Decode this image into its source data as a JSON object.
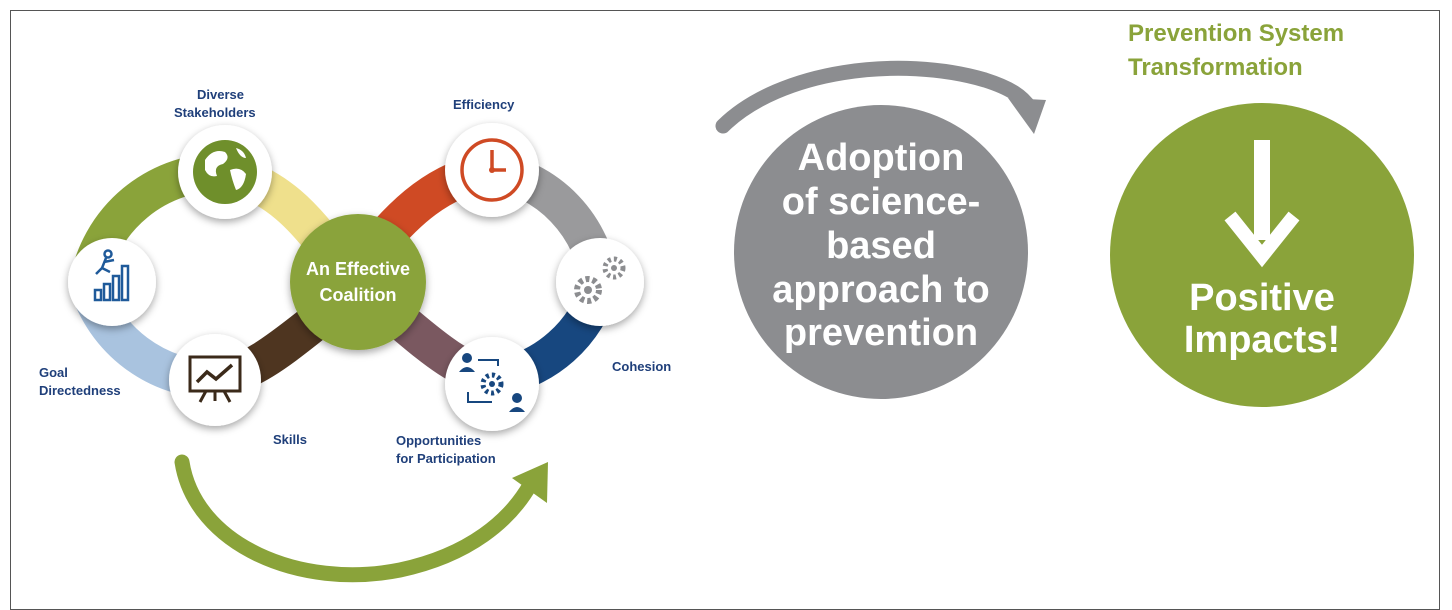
{
  "coalition": {
    "center_label": [
      "An Effective",
      "Coalition"
    ],
    "components": [
      {
        "name": "Diverse Stakeholders",
        "label_lines": [
          "Diverse",
          "Stakeholders"
        ],
        "icon": "globe-icon"
      },
      {
        "name": "Goal Directedness",
        "label_lines": [
          "Goal",
          "Directedness"
        ],
        "icon": "climbing-bar-chart-icon"
      },
      {
        "name": "Skills",
        "label_lines": [
          "Skills"
        ],
        "icon": "presentation-board-icon"
      },
      {
        "name": "Efficiency",
        "label_lines": [
          "Efficiency"
        ],
        "icon": "clock-icon"
      },
      {
        "name": "Cohesion",
        "label_lines": [
          "Cohesion"
        ],
        "icon": "gears-icon"
      },
      {
        "name": "Opportunities for Participation",
        "label_lines": [
          "Opportunities",
          "for Participation"
        ],
        "icon": "people-gear-icon"
      }
    ]
  },
  "adoption": {
    "lines": [
      "Adoption",
      "of science-",
      "based",
      "approach to",
      "prevention"
    ]
  },
  "transformation": {
    "header_lines": [
      "Prevention System",
      "Transformation"
    ],
    "result_lines": [
      "Positive",
      "Impacts!"
    ]
  },
  "colors": {
    "green": "#8aa33a",
    "grey": "#8c8d90",
    "dark_blue_text": "#1f3f7a",
    "yellow": "#efe08c",
    "orange_red": "#cf4a24",
    "dark_brown": "#4e3520",
    "mauve": "#7a5860",
    "navy": "#17477f",
    "light_blue": "#a9c3df",
    "arrow_green": "#8aa33a"
  }
}
